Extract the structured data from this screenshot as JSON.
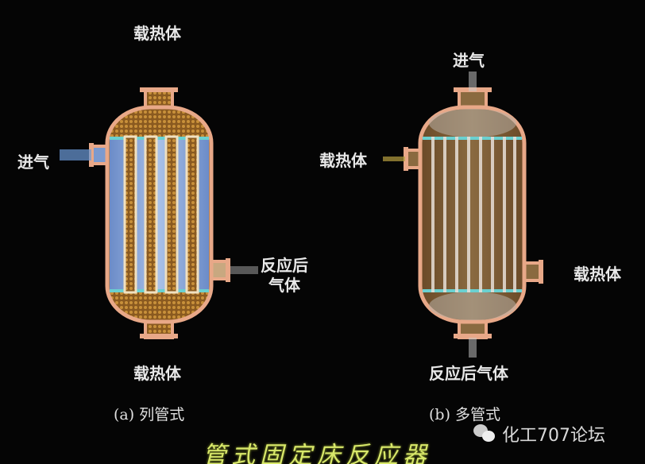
{
  "diagram_a": {
    "top_label": "载热体",
    "inlet_label": "进气",
    "outlet_label_line1": "反应后",
    "outlet_label_line2": "气体",
    "bottom_label": "载热体",
    "caption": "(a) 列管式"
  },
  "diagram_b": {
    "inlet_label": "进气",
    "left_label": "载热体",
    "right_label": "载热体",
    "outlet_label": "反应后气体",
    "caption": "(b) 多管式"
  },
  "title": "管式固定床反应器",
  "watermark": "化工707论坛",
  "colors": {
    "shell": "#e8a888",
    "packing": "#9a6a30",
    "coolant": "#8aa8d8",
    "title": "#d8e86a"
  }
}
